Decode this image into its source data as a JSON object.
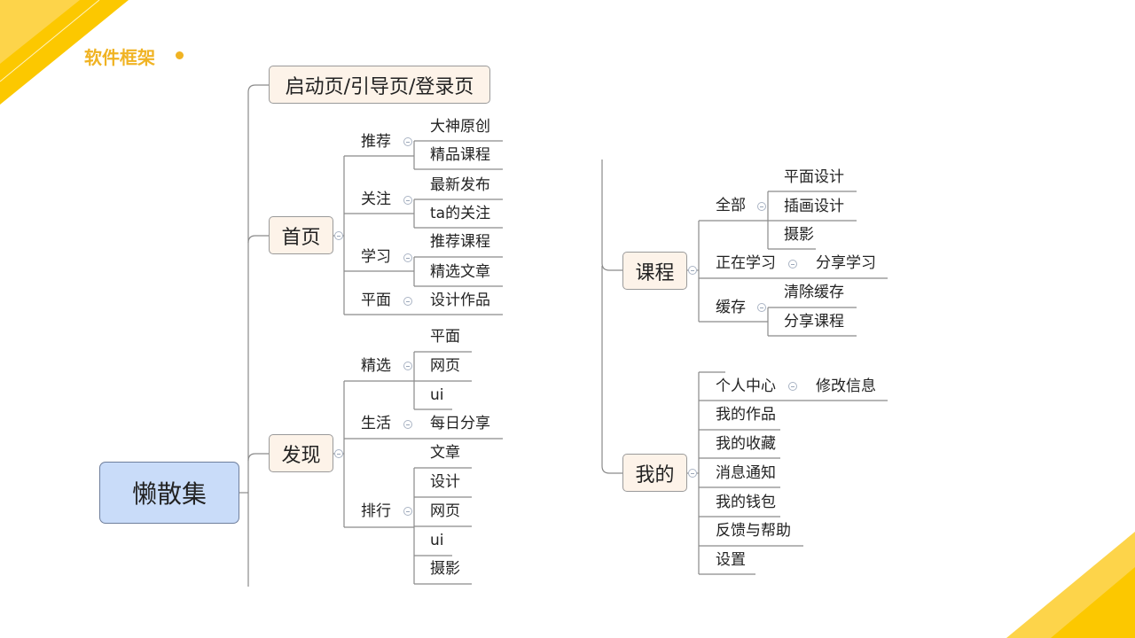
{
  "slide_title": "软件框架",
  "colors": {
    "accent": "#f0b323",
    "root_fill": "#c9dcf9",
    "node_fill": "#fdf3e9"
  },
  "root": "懒散集",
  "left": {
    "launch": "启动页/引导页/登录页",
    "home": {
      "label": "首页",
      "children": [
        {
          "label": "推荐",
          "items": [
            "大神原创",
            "精品课程"
          ]
        },
        {
          "label": "关注",
          "items": [
            "最新发布",
            "ta的关注"
          ]
        },
        {
          "label": "学习",
          "items": [
            "推荐课程",
            "精选文章"
          ]
        },
        {
          "label": "平面",
          "items": [
            "设计作品"
          ]
        }
      ]
    },
    "discover": {
      "label": "发现",
      "children": [
        {
          "label": "精选",
          "items": [
            "平面",
            "网页",
            "ui"
          ]
        },
        {
          "label": "生活",
          "items": [
            "每日分享"
          ]
        },
        {
          "label": "排行",
          "items": [
            "文章",
            "设计",
            "网页",
            "ui",
            "摄影"
          ]
        }
      ]
    }
  },
  "right": {
    "courses": {
      "label": "课程",
      "children": [
        {
          "label": "全部",
          "items": [
            "平面设计",
            "插画设计",
            "摄影"
          ]
        },
        {
          "label": "正在学习",
          "items": [
            "分享学习"
          ]
        },
        {
          "label": "缓存",
          "items": [
            "清除缓存",
            "分享课程"
          ]
        }
      ]
    },
    "mine": {
      "label": "我的",
      "children": [
        {
          "label": "个人中心",
          "items": [
            "修改信息"
          ]
        },
        {
          "label": "我的作品"
        },
        {
          "label": "我的收藏"
        },
        {
          "label": "消息通知"
        },
        {
          "label": "我的钱包"
        },
        {
          "label": "反馈与帮助"
        },
        {
          "label": "设置"
        }
      ]
    }
  }
}
